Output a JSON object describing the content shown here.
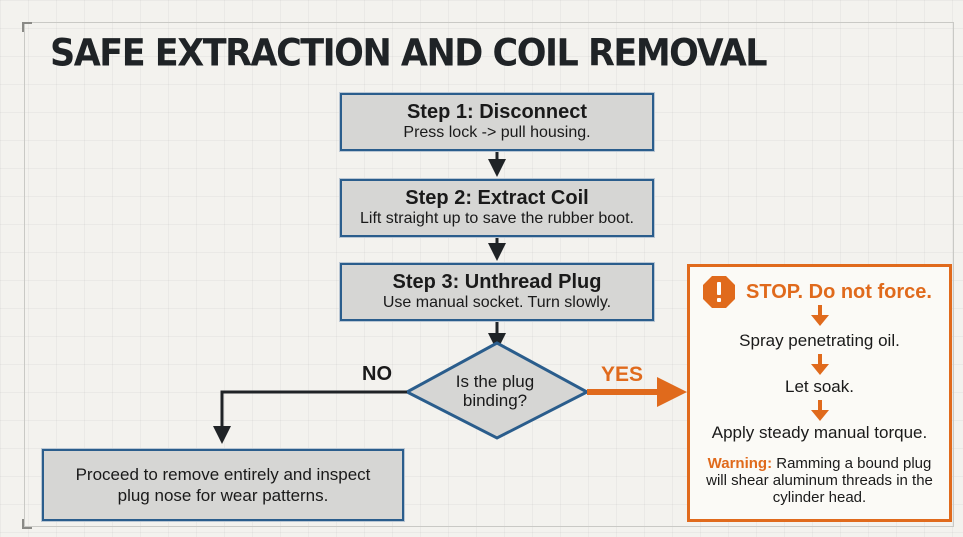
{
  "title": "SAFE EXTRACTION AND COIL REMOVAL",
  "steps": [
    {
      "title": "Step 1: Disconnect",
      "desc": "Press lock -> pull housing."
    },
    {
      "title": "Step 2: Extract Coil",
      "desc": "Lift straight up to save the rubber boot."
    },
    {
      "title": "Step 3: Unthread Plug",
      "desc": "Use manual socket. Turn slowly."
    }
  ],
  "decision": {
    "line1": "Is the plug",
    "line2": "binding?"
  },
  "branch_no": "NO",
  "branch_yes": "YES",
  "proceed": "Proceed to remove entirely and inspect plug nose for wear patterns.",
  "stop": {
    "title": "STOP. Do not force.",
    "substeps": [
      "Spray penetrating oil.",
      "Let soak.",
      "Apply steady manual torque."
    ],
    "warning_label": "Warning:",
    "warning_text": " Ramming a bound plug will shear aluminum threads in the cylinder head."
  },
  "colors": {
    "accent": "#e06a1c",
    "box_border": "#2a5d8c",
    "box_fill": "#d6d6d4",
    "ink": "#1f2326"
  }
}
